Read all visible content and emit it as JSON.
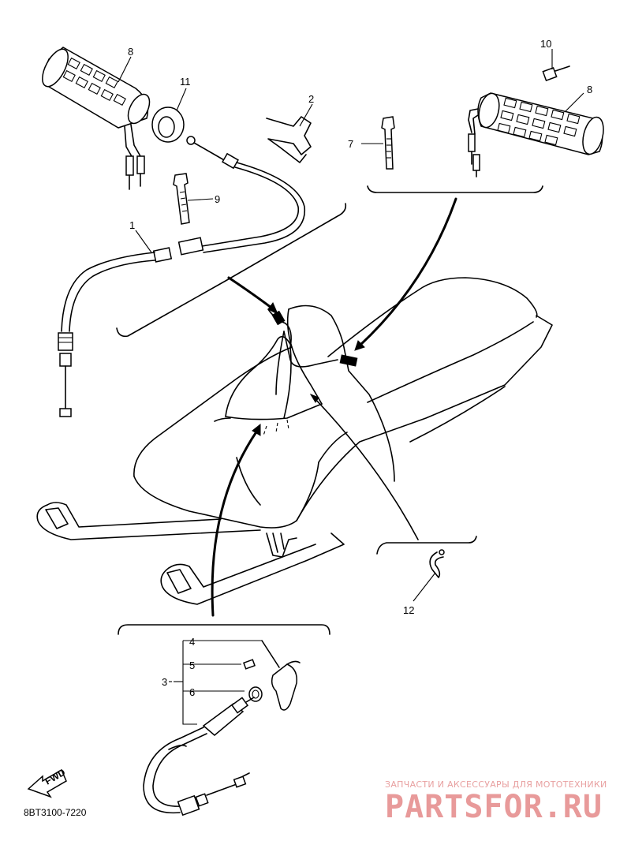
{
  "diagram": {
    "part_code": "8BT3100-7220",
    "front_marker": "FWD",
    "callouts": {
      "c1": "1",
      "c2": "2",
      "c3": "3",
      "c4": "4",
      "c5": "5",
      "c6": "6",
      "c7": "7",
      "c8a": "8",
      "c8b": "8",
      "c9": "9",
      "c10": "10",
      "c11": "11",
      "c12": "12"
    }
  },
  "watermark": {
    "tagline": "ЗАПЧАСТИ И АКСЕССУАРЫ ДЛЯ МОТОТЕХНИКИ",
    "brand": "PARTSFOR.RU"
  }
}
